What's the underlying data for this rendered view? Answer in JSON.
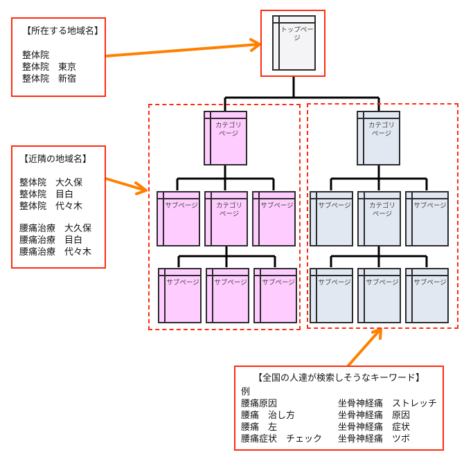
{
  "notes": {
    "location": {
      "title": "【所在する地域名】",
      "lines": [
        "整体院",
        "整体院　東京",
        "整体院　新宿"
      ]
    },
    "nearby": {
      "title": "【近隣の地域名】",
      "lines": [
        "整体院　大久保",
        "整体院　目白",
        "整体院　代々木",
        "",
        "腰痛治療　大久保",
        "腰痛治療　目白",
        "腰痛治療　代々木"
      ]
    },
    "keywords": {
      "title": "【全国の人達が検索しそうなキーワード】",
      "left": [
        "例",
        "腰痛原因",
        "腰痛　治し方",
        "腰痛　左",
        "腰痛症状　チェック"
      ],
      "right": [
        "坐骨神経痛　ストレッチ",
        "坐骨神経痛　原因",
        "坐骨神経痛　症状",
        "坐骨神経痛　ツボ"
      ]
    }
  },
  "tree": {
    "top": "トップページ",
    "category": "カテゴリ\nページ",
    "sub": "サブページ"
  },
  "colors": {
    "highlight": "#ff2a10",
    "arrow": "#ff8000",
    "pink_group": "#ffccff",
    "blue_group": "#e1e8f2"
  }
}
